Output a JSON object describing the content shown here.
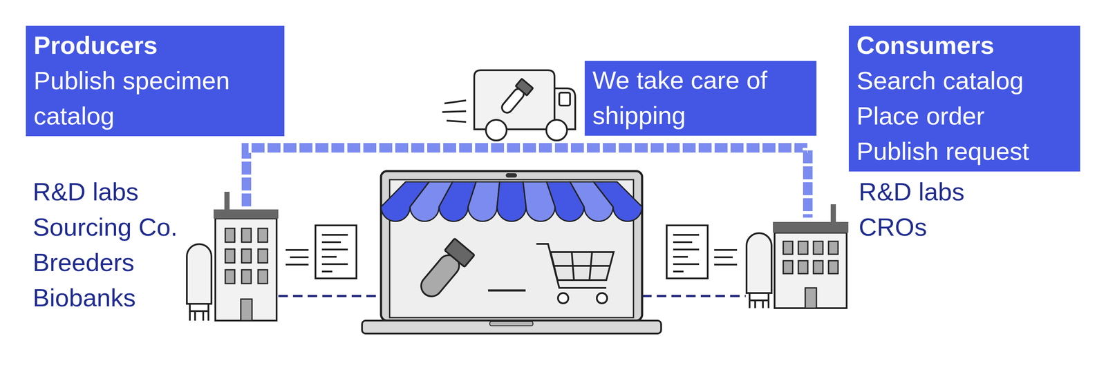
{
  "diagram": {
    "nodes": [
      {
        "text": [
          "Producers",
          "Publish specimen catalog"
        ]
      },
      {
        "text": [
          "We take care of shipping"
        ]
      },
      {
        "text": [
          "Consumers",
          "Search catalog",
          "Place order",
          "Publish request"
        ]
      }
    ],
    "labels": [
      "R&D labs",
      "Sourcing Co.",
      "Breeders",
      "Biobanks",
      "R&D labs",
      "CROs"
    ]
  }
}
